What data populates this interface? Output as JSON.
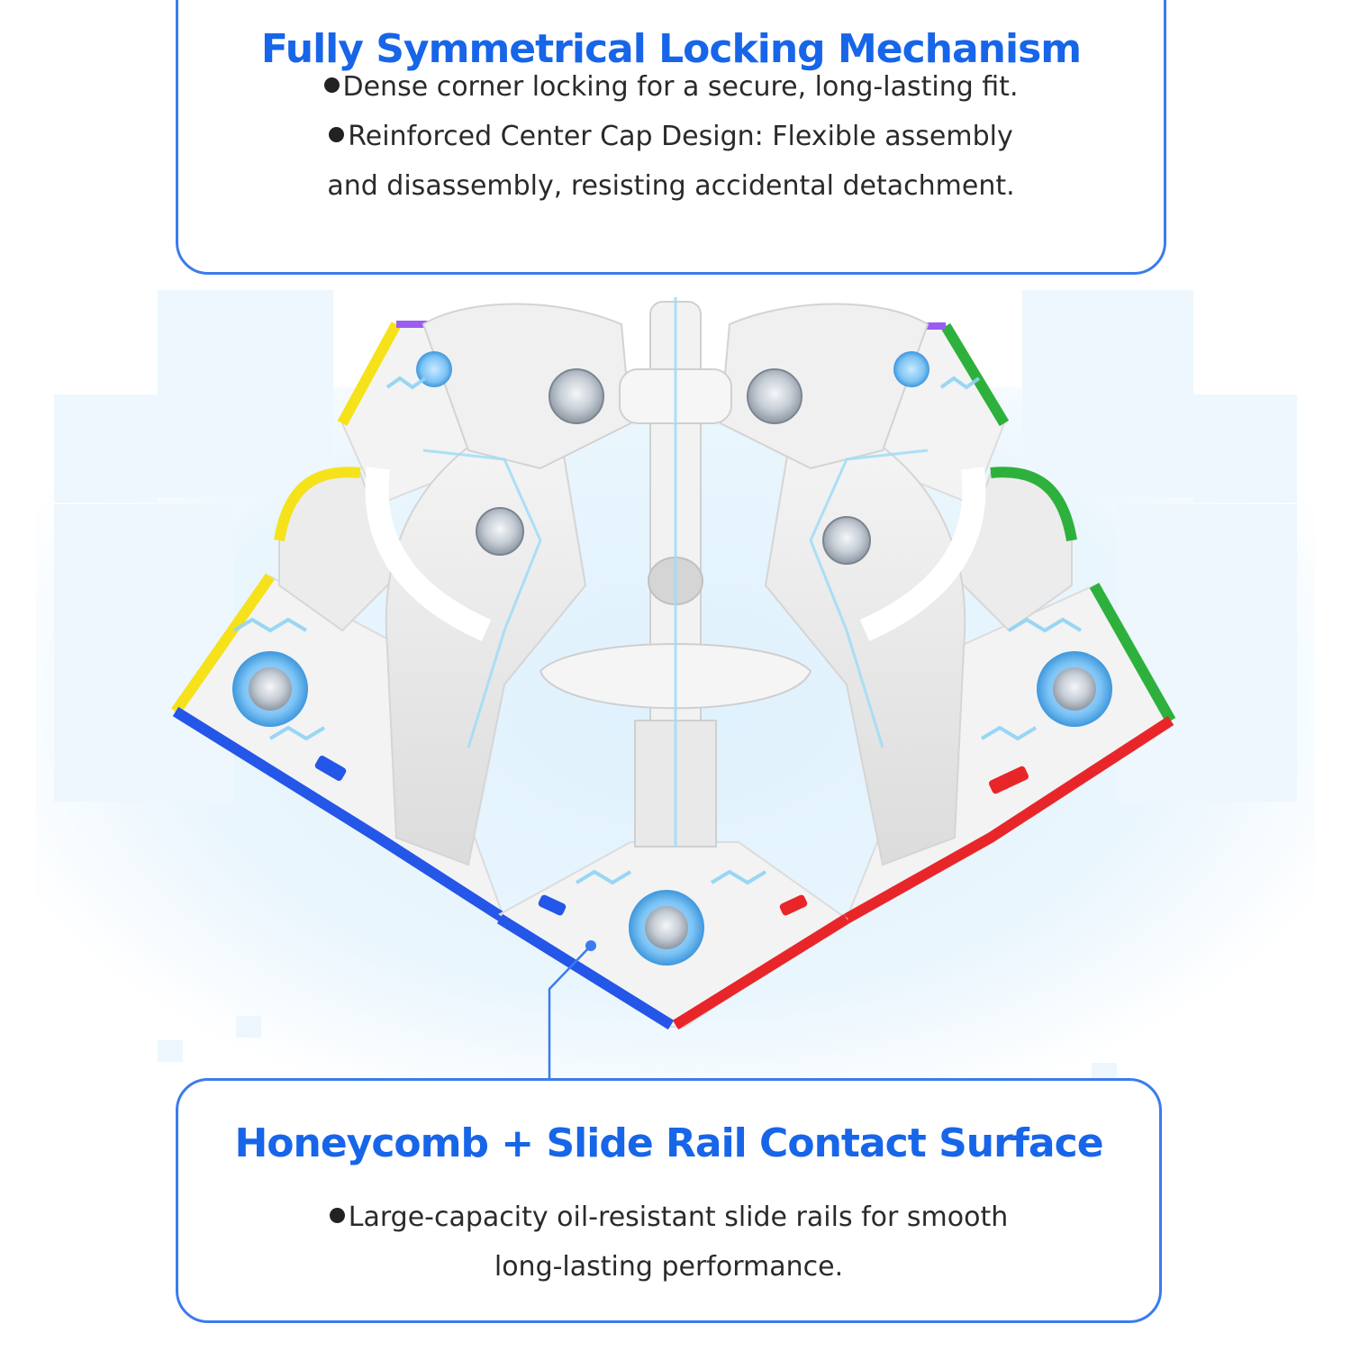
{
  "features": {
    "locking": {
      "title": "Fully Symmetrical Locking Mechanism",
      "bullet_1": "Dense corner locking for a secure, long-lasting fit.",
      "bullet_2_line_1": "Reinforced Center Cap Design: Flexible assembly",
      "bullet_2_line_2": "and disassembly, resisting accidental detachment."
    },
    "surface": {
      "title": "Honeycomb + Slide Rail Contact Surface",
      "bullet_1_line_1": "Large-capacity oil-resistant slide rails for smooth",
      "bullet_1_line_2": "long-lasting performance."
    }
  },
  "colors": {
    "accent": "#1765e8",
    "border": "#3b7bee",
    "sticker_yellow": "#f6e21a",
    "sticker_green": "#2eb13c",
    "sticker_blue": "#2456e8",
    "sticker_red": "#e8262a",
    "sticker_purple": "#9b5cf0"
  }
}
